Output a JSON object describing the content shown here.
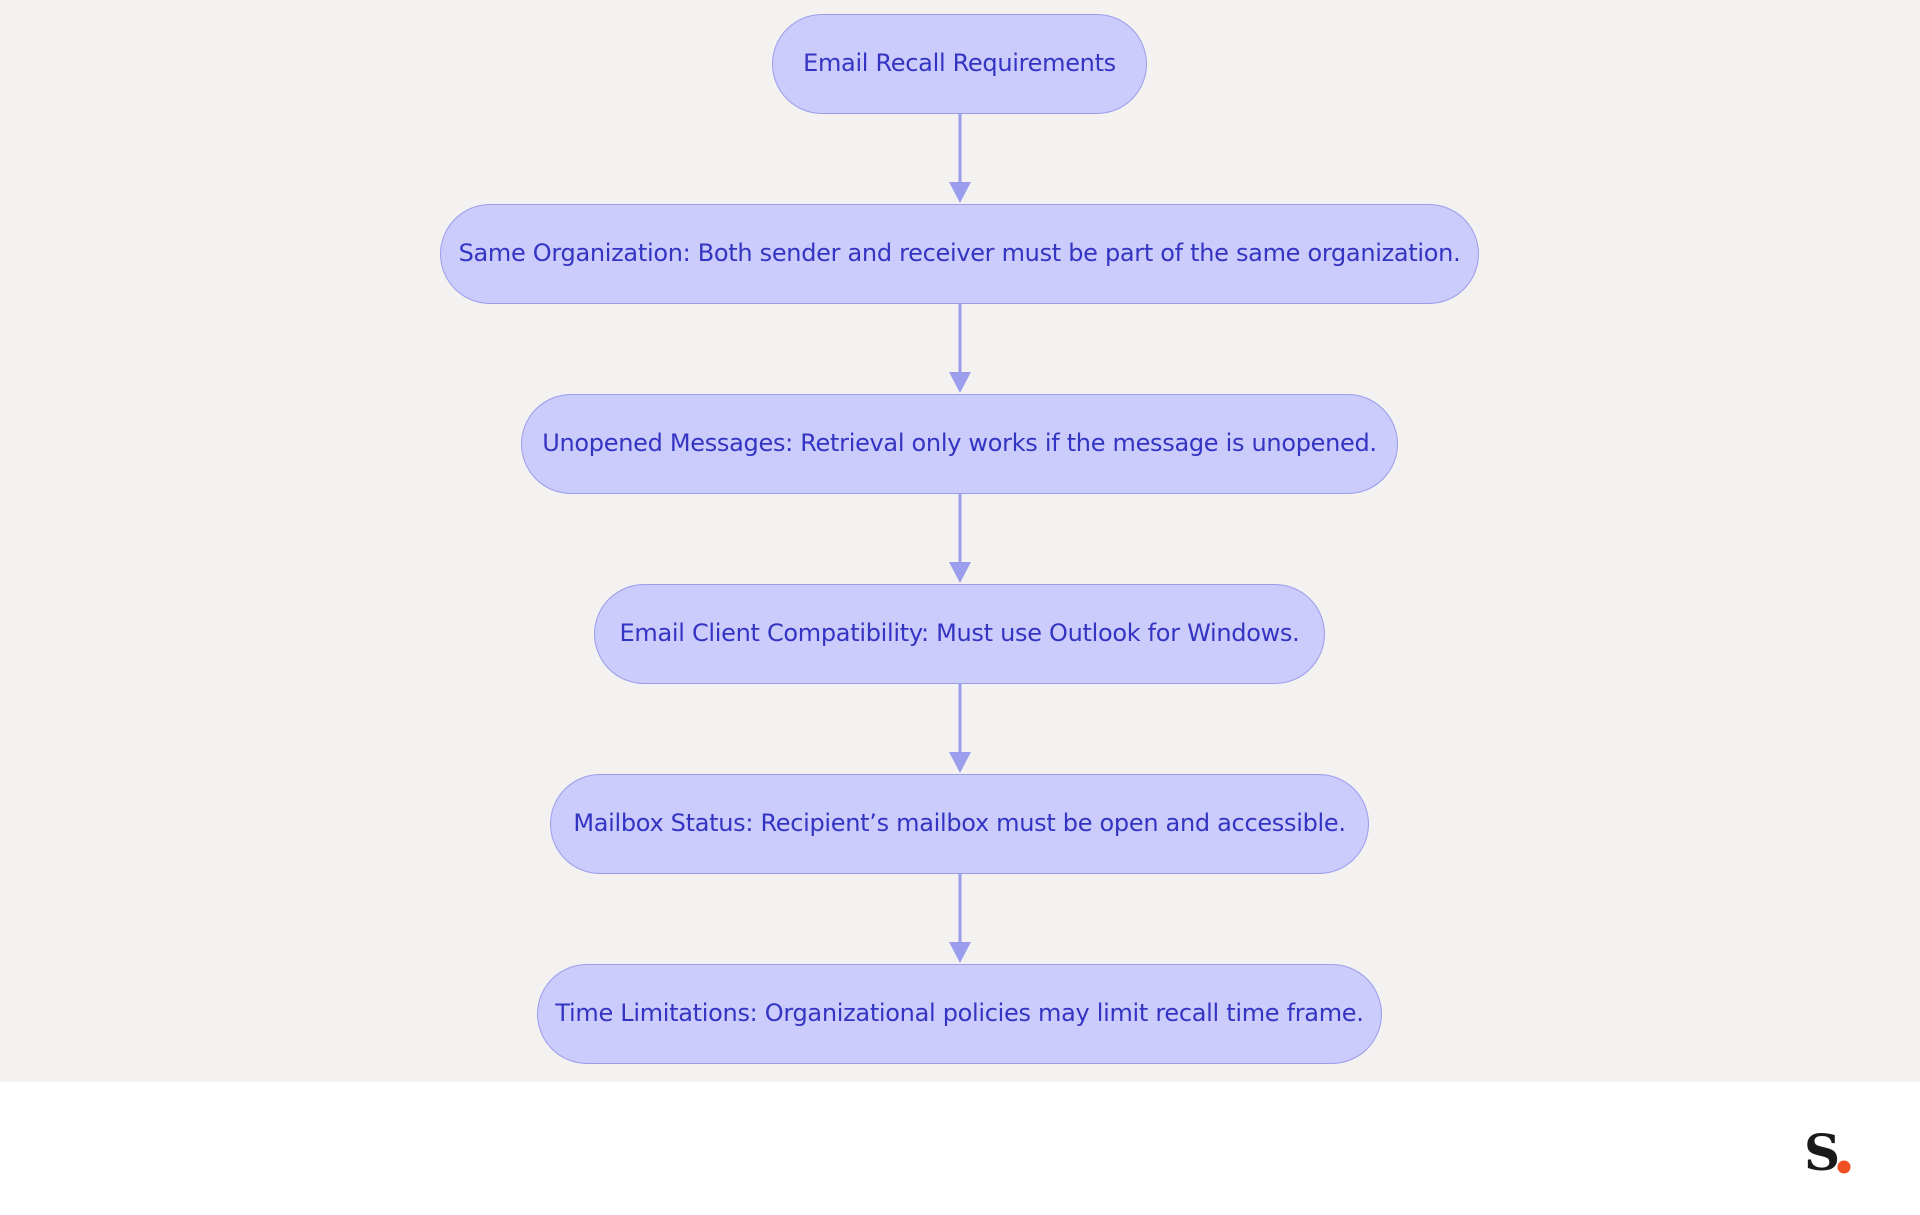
{
  "diagram": {
    "colors": {
      "background": "#f3f2f1",
      "node_fill": "#cbcbfc",
      "node_border": "#9b9ded",
      "node_text": "#3434c3",
      "edge": "#9b9ded",
      "footer": "#ffffff"
    },
    "nodes": [
      {
        "id": "root",
        "text": "Email Recall Requirements"
      },
      {
        "id": "same-organization",
        "text": "Same Organization: Both sender and receiver must be part of the same organization."
      },
      {
        "id": "unopened-messages",
        "text": "Unopened Messages: Retrieval only works if the message is unopened."
      },
      {
        "id": "client-compatibility",
        "text": "Email Client Compatibility: Must use Outlook for Windows."
      },
      {
        "id": "mailbox-status",
        "text": "Mailbox Status: Recipient’s mailbox must be open and accessible."
      },
      {
        "id": "time-limitations",
        "text": "Time Limitations: Organizational policies may limit recall time frame."
      }
    ],
    "edges": [
      {
        "from": "root",
        "to": "same-organization"
      },
      {
        "from": "same-organization",
        "to": "unopened-messages"
      },
      {
        "from": "unopened-messages",
        "to": "client-compatibility"
      },
      {
        "from": "client-compatibility",
        "to": "mailbox-status"
      },
      {
        "from": "mailbox-status",
        "to": "time-limitations"
      }
    ]
  },
  "brand": {
    "logo_text": "S",
    "dot_color": "#f04e23",
    "logo_color": "#1a1a1a"
  }
}
